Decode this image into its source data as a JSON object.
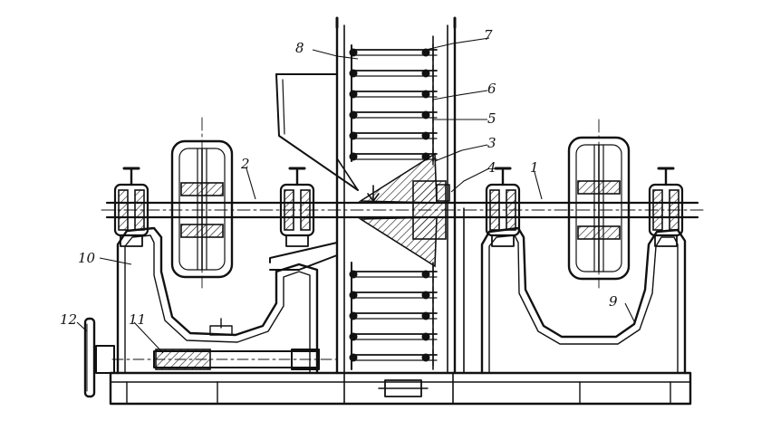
{
  "diagram": {
    "labels": [
      {
        "id": "1",
        "text": "1"
      },
      {
        "id": "2",
        "text": "2"
      },
      {
        "id": "3",
        "text": "3"
      },
      {
        "id": "4",
        "text": "4"
      },
      {
        "id": "5",
        "text": "5"
      },
      {
        "id": "6",
        "text": "6"
      },
      {
        "id": "7",
        "text": "7"
      },
      {
        "id": "8",
        "text": "8"
      },
      {
        "id": "9",
        "text": "9"
      },
      {
        "id": "10",
        "text": "10"
      },
      {
        "id": "11",
        "text": "11"
      },
      {
        "id": "12",
        "text": "12"
      }
    ],
    "colors": {
      "ink": "#111111",
      "paper": "#ffffff"
    }
  }
}
